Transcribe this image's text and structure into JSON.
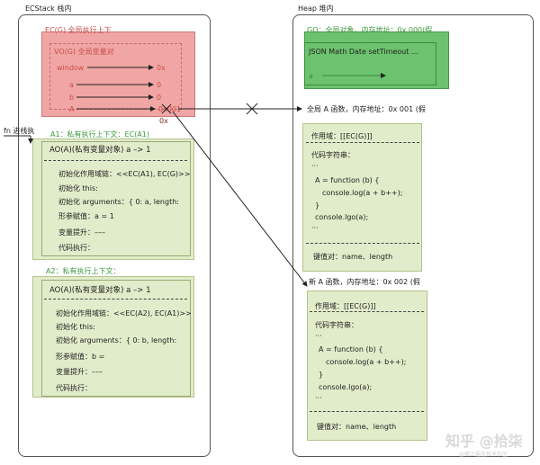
{
  "ecstack": {
    "title": "ECStack 栈内",
    "ecg_label": "EC(G) 全局执行上下",
    "vog_label": "VO(G) 全局变量对",
    "vars": [
      {
        "name": "window",
        "value": "0x"
      },
      {
        "name": "a",
        "value": "0"
      },
      {
        "name": "b",
        "value": "0"
      },
      {
        "name": "A",
        "value": "0x001"
      }
    ],
    "a_overflow": "0x",
    "fn_label": "fn 进栈执",
    "a1_label": "A1：私有执行上下文：EC(A1)",
    "a2_label": "A2：私有执行上下文：",
    "ao1": {
      "title": "AO(A)(私有变量对象)  a –> 1",
      "lines": [
        "初始化作用域链：<<EC(A1), EC(G)>>",
        "初始化 this:",
        "初始化 arguments：{ 0: a, length:",
        "形参赋值：a = 1",
        "变量提升：–––",
        "代码执行："
      ]
    },
    "ao2": {
      "title": "AO(A)(私有变量对象)  a –> 1",
      "lines": [
        "初始化作用域链：<<EC(A2), EC(A1)>>",
        "初始化 this:",
        "初始化 arguments：{ 0: b, length:",
        "形参赋值：b =",
        "变量提升：–––",
        "代码执行："
      ]
    }
  },
  "heap": {
    "title": "Heap 堆内",
    "go_label": "GO：全局对象，内存地址：0x 000(假",
    "go_items": "JSON  Math    Date  setTimeout   ...",
    "go_tail": "a",
    "func_a_label": "全局 A 函数，内存地址：0x 001 (假",
    "func_b_label": "新 A 函数，内存地址：0x 002 (假",
    "func_a": {
      "scope": "作用域：[[EC(G)]]",
      "code_title": "代码字符串：",
      "code": [
        "···",
        "A = function (b) {",
        "console.log(a + b++);",
        "}",
        "console.lgo(a);",
        "···"
      ],
      "pairs": "键值对：name、length"
    },
    "func_b": {
      "scope": "作用域：[[EC(G)]]",
      "code_title": "代码字符串：",
      "code": [
        "···",
        "A = function (b) {",
        "console.log(a + b++);",
        "}",
        "console.lgo(a);",
        "···"
      ],
      "pairs": "键值对：name、length"
    }
  },
  "watermark": "知乎 @拾柒",
  "watermark_small": "@稀土掘金技术社区"
}
